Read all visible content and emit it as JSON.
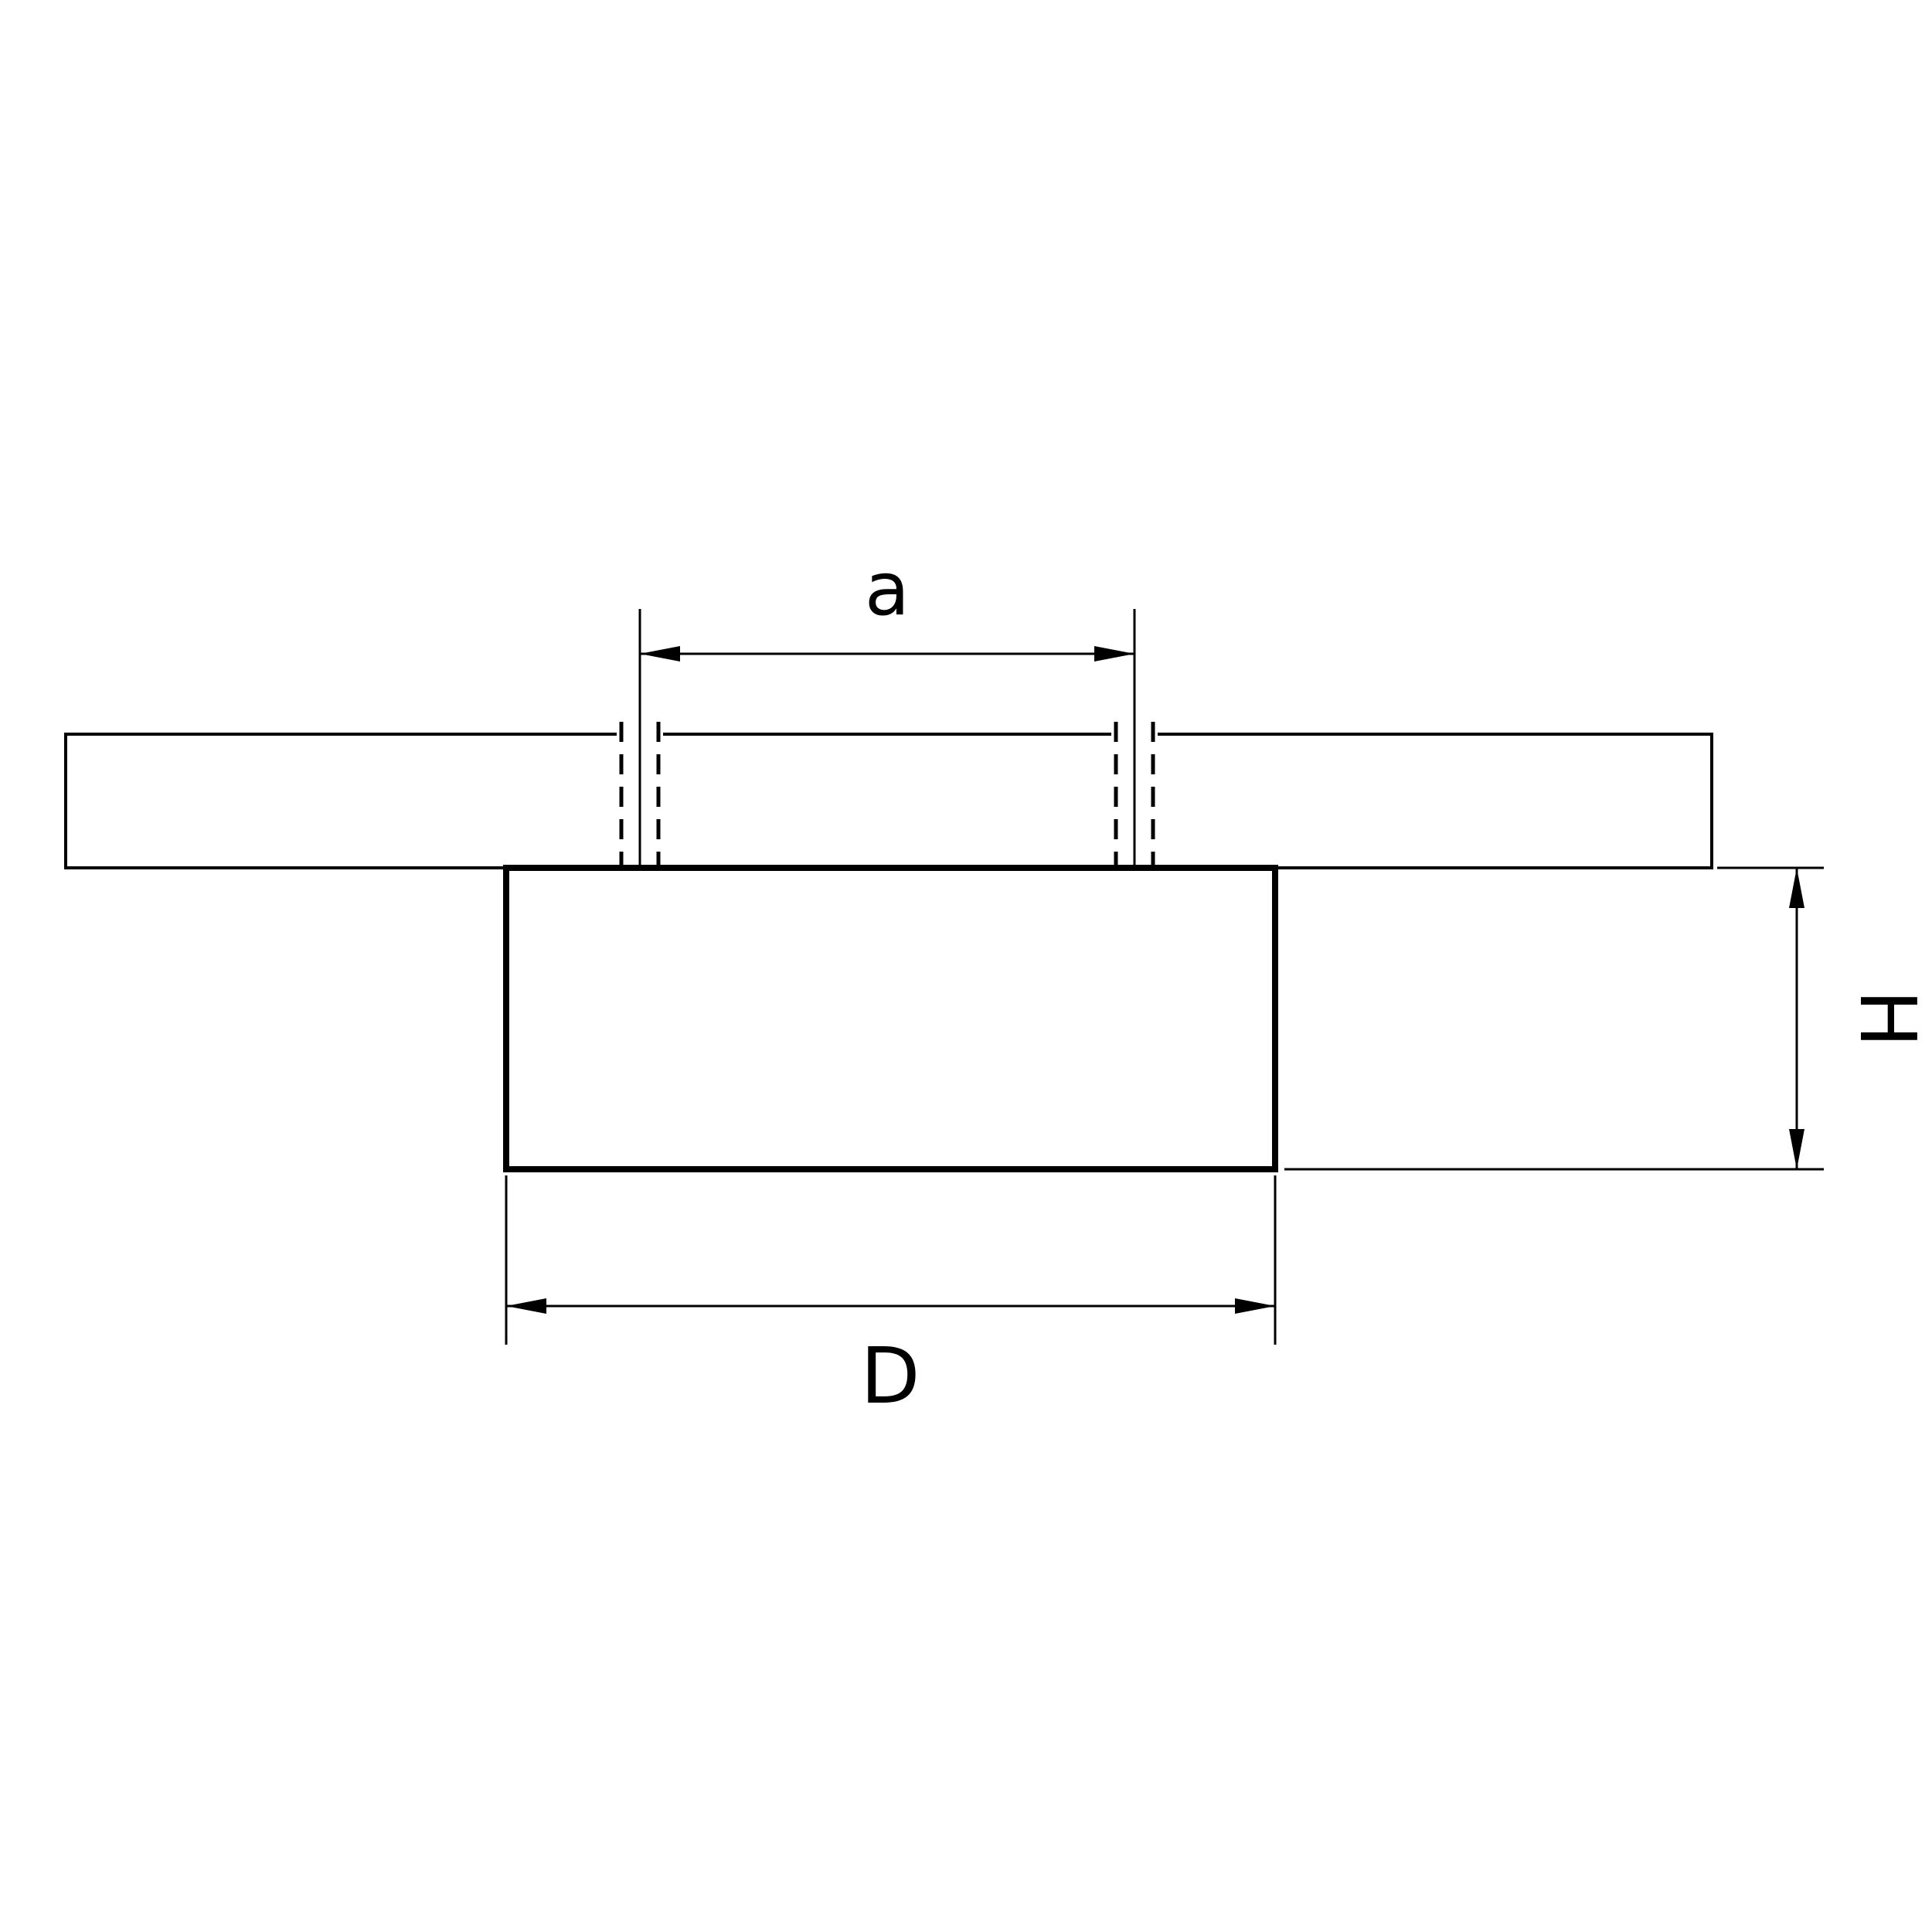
{
  "canvas": {
    "background": "#ffffff",
    "line_color": "#000000"
  },
  "drawing": {
    "labels": {
      "spacing": "a",
      "height": "H",
      "width": "D"
    }
  }
}
